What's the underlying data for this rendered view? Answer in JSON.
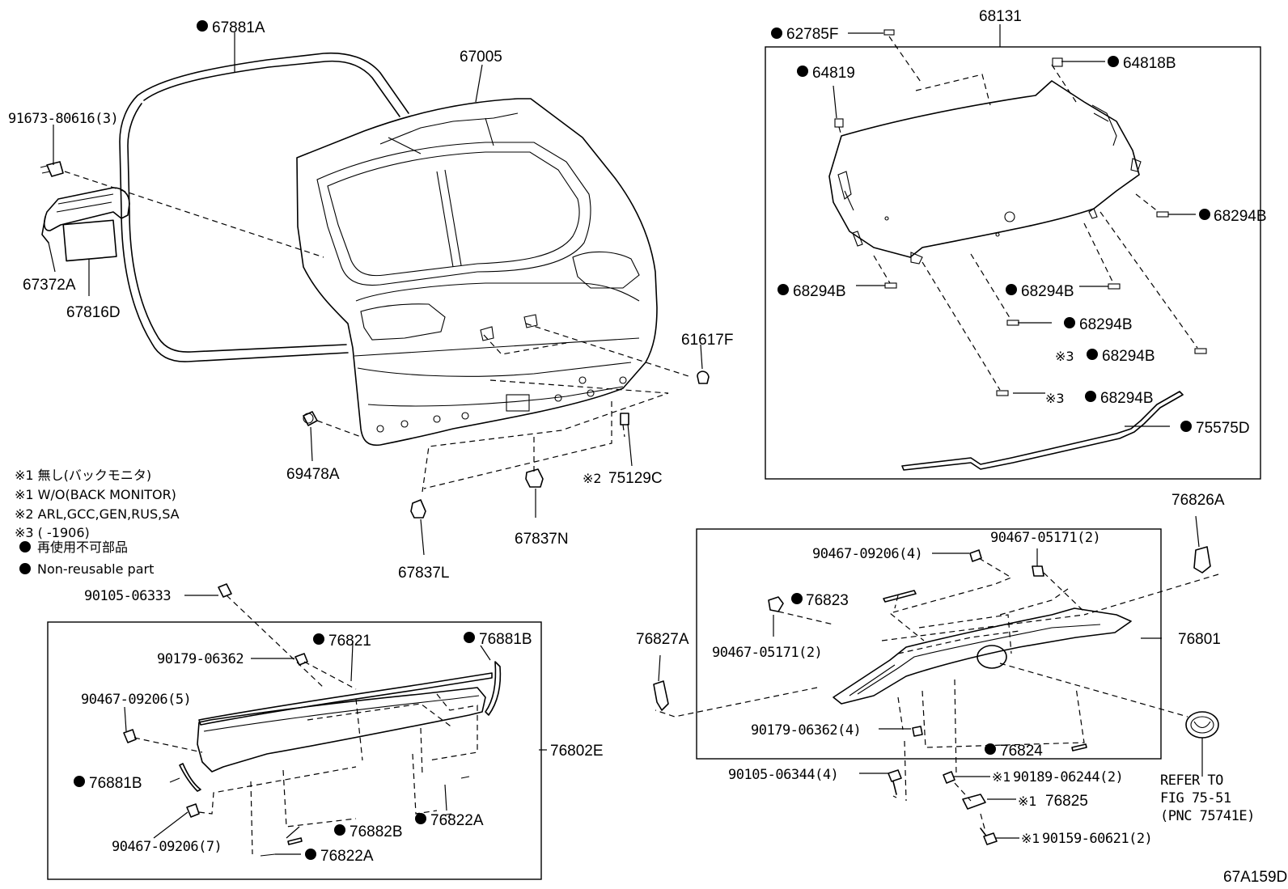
{
  "diagram_code": "67A159D",
  "labels": {
    "p67881A": "67881A",
    "p67005": "67005",
    "p91673": "91673-80616(3)",
    "p67372A": "67372A",
    "p67816D": "67816D",
    "p61617F": "61617F",
    "p69478A": "69478A",
    "p75129C": "75129C",
    "p67837N": "67837N",
    "p67837L": "67837L",
    "p62785F": "62785F",
    "p68131": "68131",
    "p64819": "64819",
    "p64818B": "64818B",
    "p68294B_r": "68294B",
    "p68294B_l": "68294B",
    "p68294B_m1": "68294B",
    "p68294B_m2": "68294B",
    "p68294B_m3": "68294B",
    "p68294B_m4": "68294B",
    "p75575D": "75575D",
    "p90105_06333": "90105-06333",
    "p76821": "76821",
    "p76881B_top": "76881B",
    "p90179_06362": "90179-06362",
    "p90467_09206_5": "90467-09206(5)",
    "p76802E": "76802E",
    "p76881B_left": "76881B",
    "p76882B": "76882B",
    "p76822A_r": "76822A",
    "p90467_09206_7": "90467-09206(7)",
    "p76822A_b": "76822A",
    "p76826A": "76826A",
    "p90467_09206_4": "90467-09206(4)",
    "p90467_05171_a": "90467-05171(2)",
    "p76823": "76823",
    "p76827A": "76827A",
    "p90467_05171_b": "90467-05171(2)",
    "p76801": "76801",
    "p90179_06362_4": "90179-06362(4)",
    "p76824": "76824",
    "p90105_06344": "90105-06344(4)",
    "p90189": "90189-06244(2)",
    "p76825": "76825",
    "p90159": "90159-60621(2)",
    "refer1": "REFER TO",
    "refer2": "FIG 75-51",
    "refer3": "(PNC 75741E)"
  },
  "marks": {
    "ref1": "※1",
    "ref2": "※2",
    "ref3": "※3"
  },
  "notes": [
    "※1 無し(バックモニタ)",
    "※1 W/O(BACK MONITOR)",
    "※2 ARL,GCC,GEN,RUS,SA",
    "※3 (      -1906)",
    "再使用不可部品",
    "Non-reusable part"
  ]
}
